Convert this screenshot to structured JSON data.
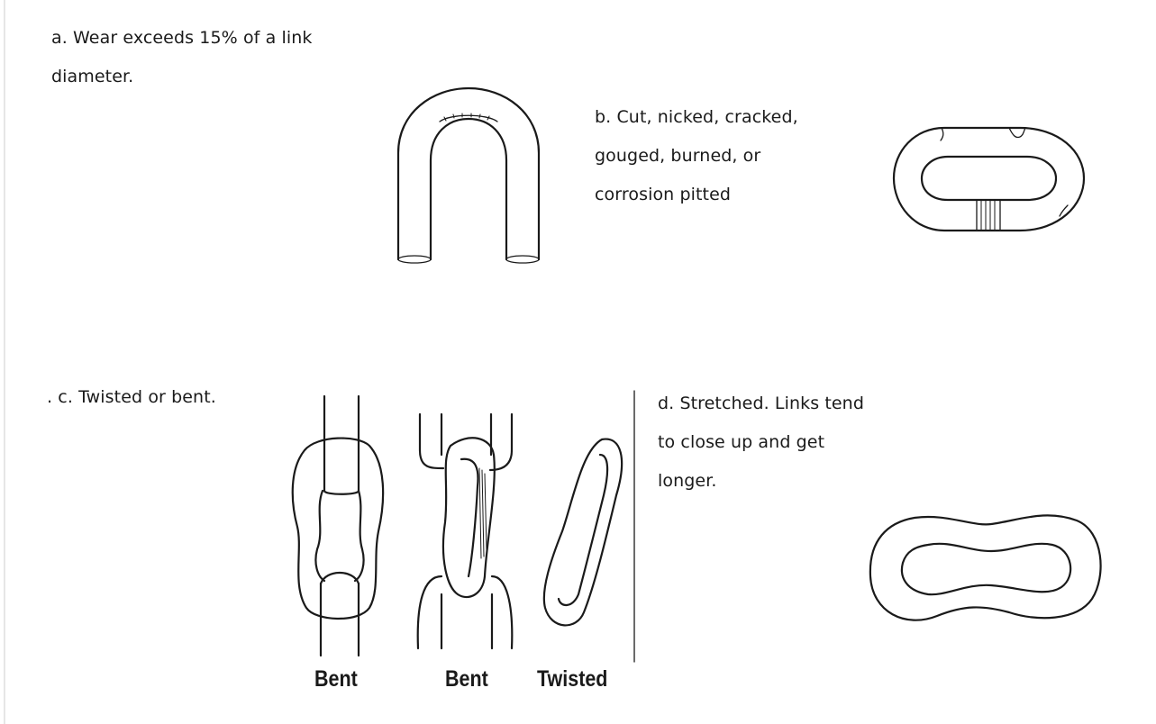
{
  "captions": {
    "a": "a. Wear exceeds 15% of a link diameter.",
    "b": "b. Cut, nicked, cracked, gouged, burned, or corrosion pitted",
    "c": ". c. Twisted or bent.",
    "d": "d. Stretched. Links tend to close up and get longer."
  },
  "labels": {
    "bent_1": "Bent",
    "bent_2": "Bent",
    "twisted": "Twisted"
  }
}
